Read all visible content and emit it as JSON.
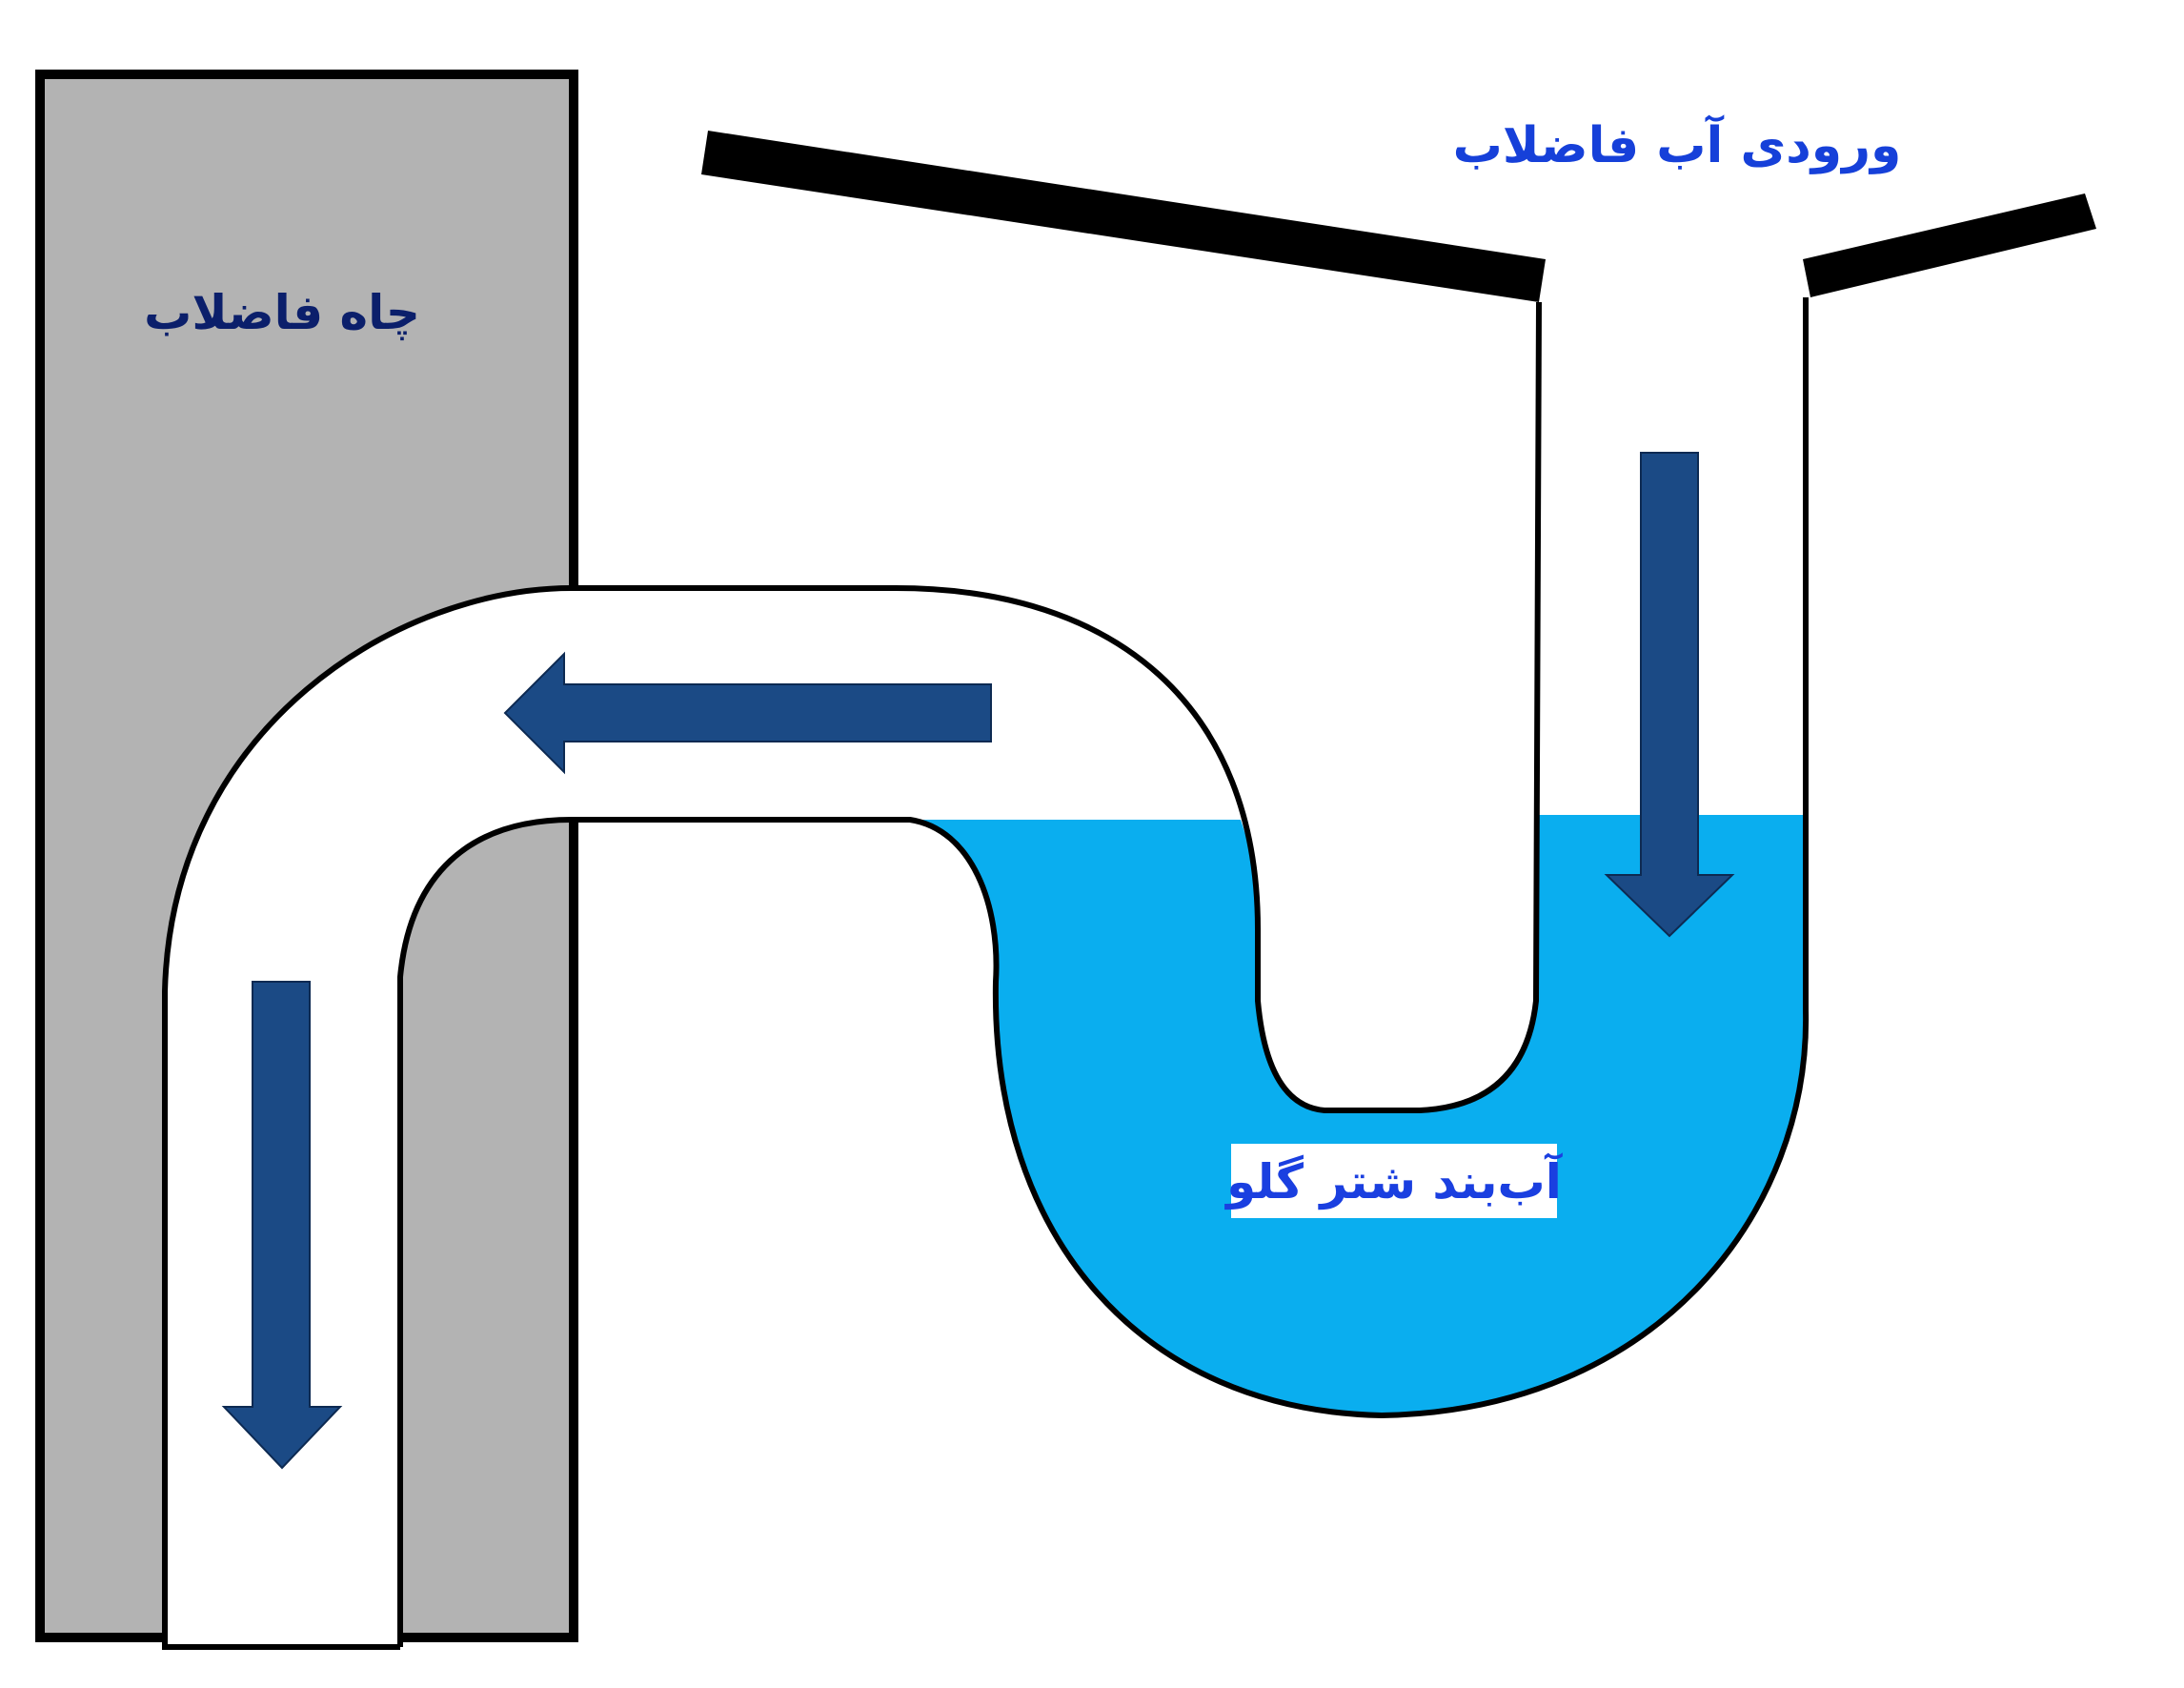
{
  "labels": {
    "sewer_well": "چاه فاضلاب",
    "wastewater_inlet": "ورودی آب فاضلاب",
    "trap_seal": "آب‌بند شتر گلو"
  },
  "colors": {
    "background": "#ffffff",
    "well_fill": "#b3b3b3",
    "outline": "#000000",
    "water": "#0aaeef",
    "arrow": "#1b4a85",
    "label_dark": "#0b1f6b",
    "label_blue": "#1640d9",
    "seal_label": "#1a3fe0",
    "seal_label_bg": "#ffffff"
  }
}
